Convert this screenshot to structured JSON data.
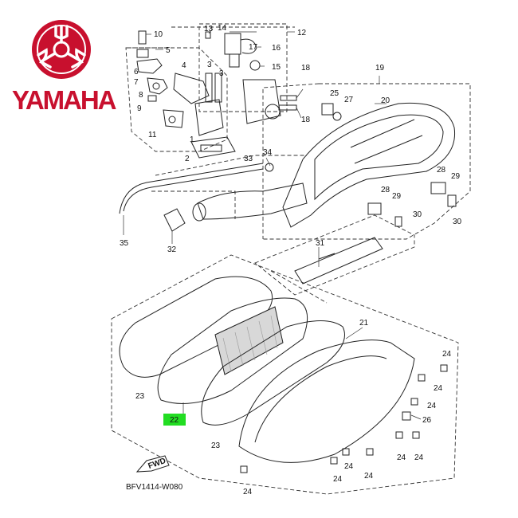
{
  "brand": {
    "name": "YAMAHA",
    "colors": {
      "logo_red": "#c8102e",
      "highlight_green": "#22dd22"
    }
  },
  "diagram": {
    "code": "BFV1414-W080",
    "fwd_label": "FWD",
    "highlighted_part": "22",
    "callouts": {
      "c1": "1",
      "c2": "2",
      "c3": "3",
      "c3b": "3",
      "c4": "4",
      "c5": "5",
      "c6": "6",
      "c7": "7",
      "c8": "8",
      "c9": "9",
      "c10": "10",
      "c11": "11",
      "c12": "12",
      "c13": "13",
      "c14": "14",
      "c15": "15",
      "c16": "16",
      "c17": "17",
      "c18": "18",
      "c18b": "18",
      "c19": "19",
      "c20": "20",
      "c21": "21",
      "c22": "22",
      "c23": "23",
      "c23b": "23",
      "c24a": "24",
      "c24b": "24",
      "c24c": "24",
      "c24d": "24",
      "c24e": "24",
      "c24f": "24",
      "c24g": "24",
      "c24h": "24",
      "c24i": "24",
      "c25": "25",
      "c26": "26",
      "c27": "27",
      "c28": "28",
      "c28b": "28",
      "c29": "29",
      "c29b": "29",
      "c30": "30",
      "c30b": "30",
      "c31": "31",
      "c32": "32",
      "c33": "33",
      "c34": "34",
      "c35": "35"
    }
  }
}
